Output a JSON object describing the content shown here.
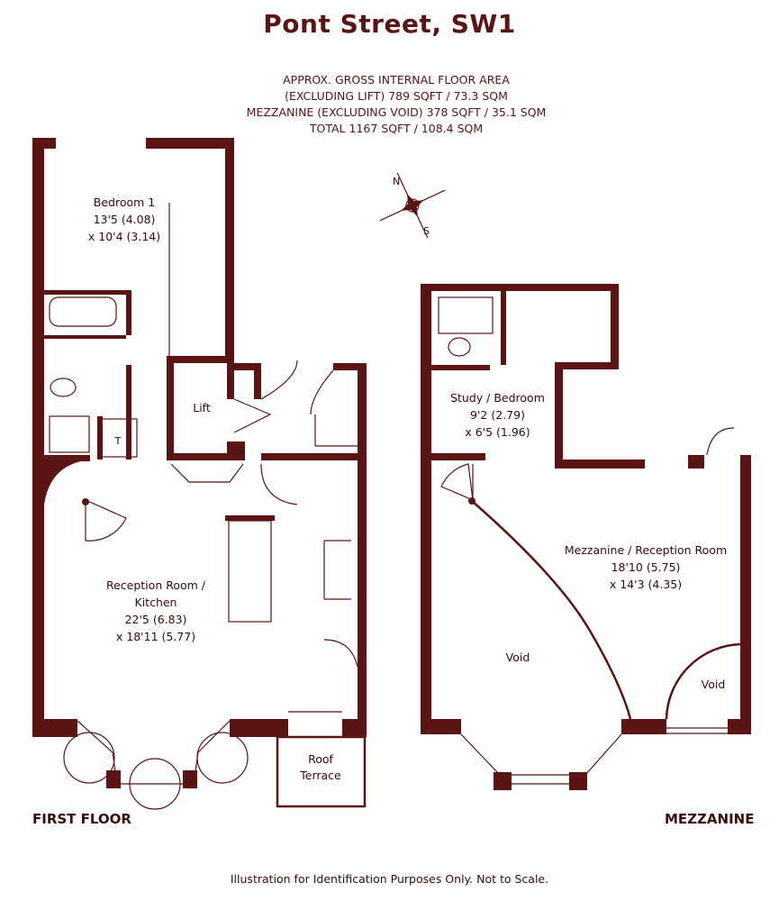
{
  "title": "Pont Street, SW1",
  "area_lines": [
    "APPROX. GROSS INTERNAL FLOOR AREA",
    "(EXCLUDING LIFT) 789 SQFT / 73.3 SQM",
    "MEZZANINE (EXCLUDING VOID) 378 SQFT / 35.1 SQM",
    "TOTAL 1167 SQFT / 108.4 SQM"
  ],
  "compass": {
    "n": "N",
    "s": "S"
  },
  "first_floor": {
    "label": "FIRST FLOOR",
    "bedroom": {
      "name": "Bedroom 1",
      "dim1": "13'5 (4.08)",
      "dim2": "x 10'4 (3.14)"
    },
    "lift": "Lift",
    "toilet": "T",
    "reception": {
      "name1": "Reception Room /",
      "name2": "Kitchen",
      "dim1": "22'5 (6.83)",
      "dim2": "x 18'11 (5.77)"
    },
    "terrace": {
      "name1": "Roof",
      "name2": "Terrace"
    }
  },
  "mezzanine": {
    "label": "MEZZANINE",
    "study": {
      "name": "Study / Bedroom",
      "dim1": "9'2 (2.79)",
      "dim2": "x 6'5 (1.96)"
    },
    "reception": {
      "name": "Mezzanine / Reception Room",
      "dim1": "18'10 (5.75)",
      "dim2": "x 14'3 (4.35)"
    },
    "void_main": "Void",
    "void_small": "Void"
  },
  "disclaimer": "Illustration for Identification Purposes Only. Not to Scale.",
  "colors": {
    "wall": "#5a1414",
    "text": "#3a0a0a"
  }
}
